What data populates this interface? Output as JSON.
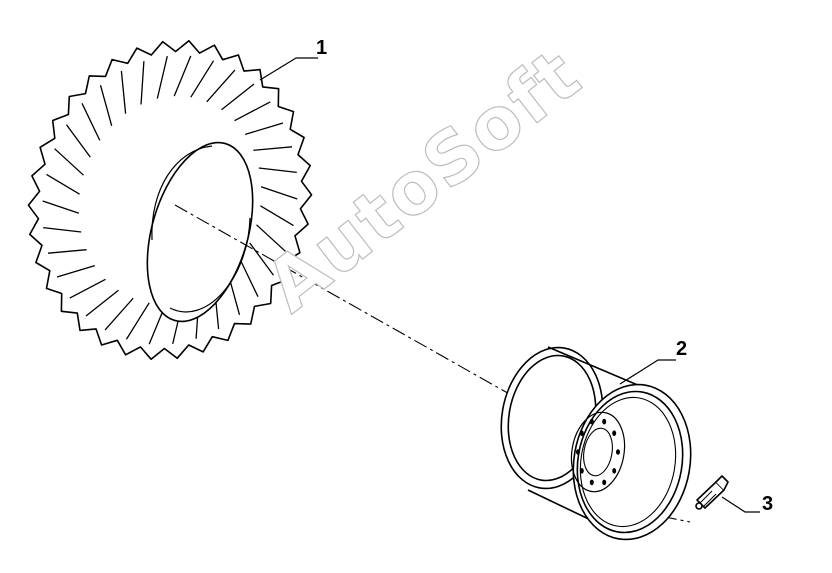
{
  "diagram": {
    "callouts": [
      {
        "id": "c1",
        "label": "1"
      },
      {
        "id": "c2",
        "label": "2"
      },
      {
        "id": "c3",
        "label": "3"
      }
    ],
    "watermark": "AutoSoft",
    "colors": {
      "line": "#000000",
      "watermark_outline": "#bdbdbd",
      "background": "#ffffff"
    }
  }
}
